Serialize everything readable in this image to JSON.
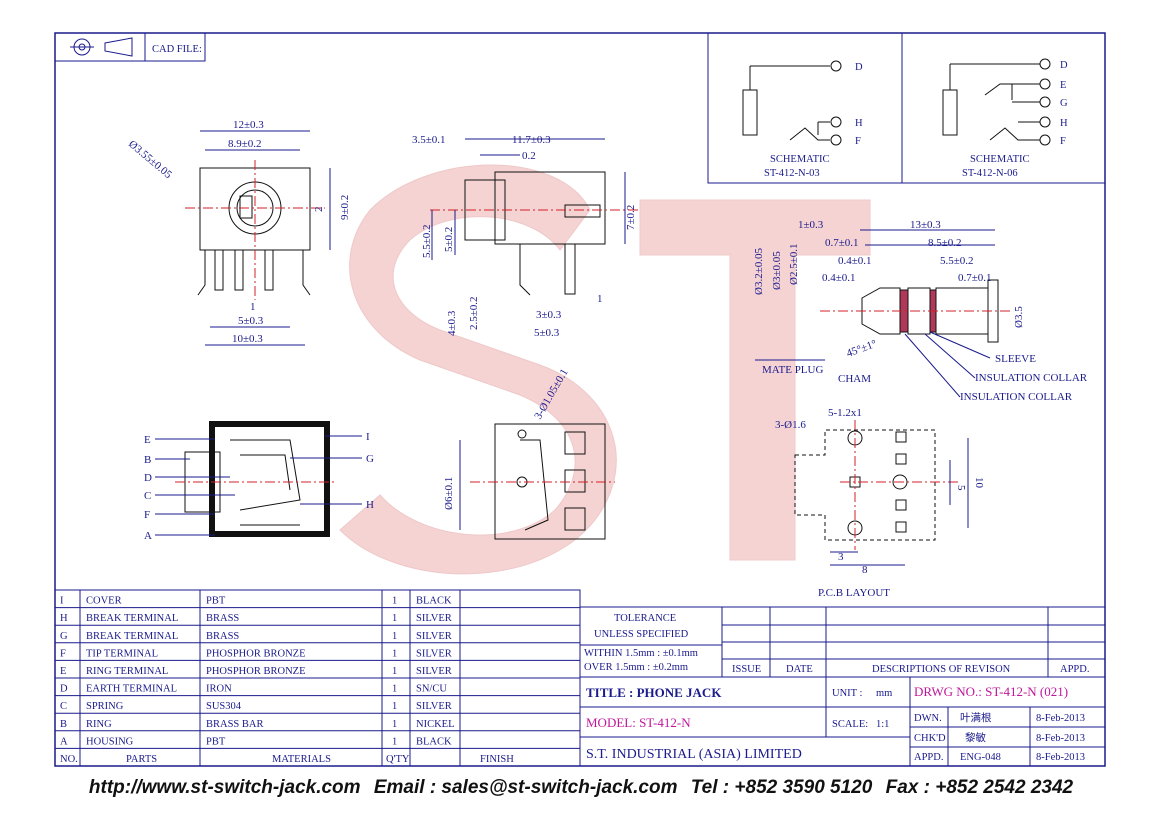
{
  "header": {
    "cad_label": "CAD FILE:"
  },
  "schematic_left": {
    "caption": "SCHEMATIC",
    "model": "ST-412-N-03",
    "pins": [
      "D",
      "H",
      "F"
    ]
  },
  "schematic_right": {
    "caption": "SCHEMATIC",
    "model": "ST-412-N-06",
    "pins": [
      "D",
      "E",
      "G",
      "H",
      "F"
    ]
  },
  "front_view_dims": [
    "12±0.3",
    "8.9±0.2",
    "Ø3.55±0.05",
    "2",
    "9±0.2",
    "1",
    "5±0.3",
    "10±0.3"
  ],
  "side_view_dims": [
    "3.5±0.1",
    "11.7±0.3",
    "0.2",
    "7±0.2",
    "5.5±0.2",
    "5±0.2",
    "4±0.3",
    "2.5±0.2",
    "3±0.3",
    "1",
    "5±0.3"
  ],
  "plug": {
    "dims": [
      "13±0.3",
      "1±0.3",
      "0.7±0.1",
      "8.5±0.2",
      "0.4±0.1",
      "5.5±0.2",
      "0.4±0.1",
      "0.7±0.1",
      "Ø3.2±0.05",
      "Ø3±0.05",
      "Ø2.5±0.1",
      "Ø3.5",
      "45°±1°"
    ],
    "labels": {
      "mate_plug": "MATE PLUG",
      "cham": "CHAM",
      "sleeve": "SLEEVE",
      "collar1": "INSULATION COLLAR",
      "collar2": "INSULATION COLLAR"
    }
  },
  "section_view": {
    "left_letters": [
      "E",
      "B",
      "D",
      "C",
      "F",
      "A"
    ],
    "right_letters": [
      "I",
      "G",
      "H"
    ]
  },
  "bottom_view_dims": [
    "3-Ø1.05±0.1",
    "Ø6±0.1"
  ],
  "pcb": {
    "dims": [
      "5-1.2x1",
      "3-Ø1.6",
      "5",
      "10",
      "3",
      "8"
    ],
    "caption": "P.C.B LAYOUT"
  },
  "bom": {
    "rows": [
      [
        "I",
        "COVER",
        "PBT",
        "1",
        "BLACK"
      ],
      [
        "H",
        "BREAK TERMINAL",
        "BRASS",
        "1",
        "SILVER"
      ],
      [
        "G",
        "BREAK TERMINAL",
        "BRASS",
        "1",
        "SILVER"
      ],
      [
        "F",
        "TIP TERMINAL",
        "PHOSPHOR BRONZE",
        "1",
        "SILVER"
      ],
      [
        "E",
        "RING TERMINAL",
        "PHOSPHOR BRONZE",
        "1",
        "SILVER"
      ],
      [
        "D",
        "EARTH TERMINAL",
        "IRON",
        "1",
        "SN/CU"
      ],
      [
        "C",
        "SPRING",
        "SUS304",
        "1",
        "SILVER"
      ],
      [
        "B",
        "RING",
        "BRASS BAR",
        "1",
        "NICKEL"
      ],
      [
        "A",
        "HOUSING",
        "PBT",
        "1",
        "BLACK"
      ]
    ],
    "headers": [
      "NO.",
      "PARTS",
      "MATERIALS",
      "Q'TY",
      "FINISH"
    ]
  },
  "tolerance": {
    "title": "TOLERANCE",
    "subtitle": "UNLESS SPECIFIED",
    "line1": "WITHIN 1.5mm : ±0.1mm",
    "line2": "OVER 1.5mm : ±0.2mm"
  },
  "revision": {
    "issue": "ISSUE",
    "date": "DATE",
    "desc": "DESCRIPTIONS OF REVISON",
    "appd": "APPD."
  },
  "title_block": {
    "title": "TITLE : PHONE JACK",
    "unit_label": "UNIT :",
    "unit": "mm",
    "drwg": "DRWG NO.: ST-412-N (021)",
    "model": "MODEL: ST-412-N",
    "scale_label": "SCALE:",
    "scale": "1:1",
    "company": "S.T. INDUSTRIAL (ASIA) LIMITED",
    "dwn": "DWN.",
    "chkd": "CHK'D",
    "appd": "APPD.",
    "dwn_name": "叶满根",
    "chkd_name": "黎敏",
    "appd_name": "ENG-048",
    "dwn_date": "8-Feb-2013",
    "chkd_date": "8-Feb-2013",
    "appd_date": "8-Feb-2013"
  },
  "watermark": "ST",
  "footer": {
    "url": "http://www.st-switch-jack.com",
    "email": "Email : sales@st-switch-jack.com",
    "tel": "Tel : +852 3590 5120",
    "fax": "Fax : +852 2542 2342"
  },
  "colors": {
    "line": "#1a1a8c",
    "center": "#d0202a",
    "watermark": "#e8a8a8",
    "model": "#c0169a"
  }
}
